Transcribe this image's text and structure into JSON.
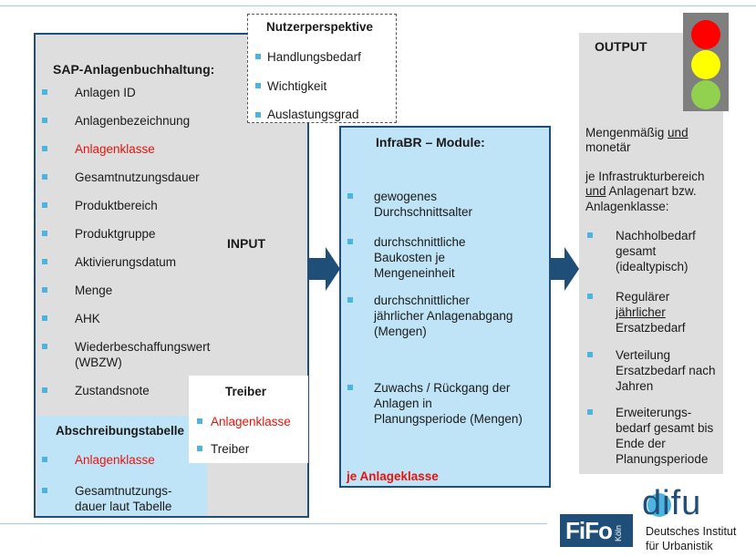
{
  "sap": {
    "title": "SAP-Anlagenbuchhaltung:",
    "items": [
      "Anlagen ID",
      "Anlagenbezeichnung",
      "Anlagenklasse",
      "Gesamtnutzungsdauer",
      "Produktbereich",
      "Produktgruppe",
      "Aktivierungsdatum",
      "Menge",
      "AHK",
      "Wiederbeschaffungswert",
      "(WBZW)",
      "Zustandsnote"
    ]
  },
  "input_label": "INPUT",
  "nutzer": {
    "title": "Nutzerperspektive",
    "items": [
      "Handlungsbedarf",
      "Wichtigkeit",
      "Auslastungsgrad"
    ]
  },
  "treiber": {
    "title": "Treiber",
    "items": [
      "Anlagenklasse",
      "Treiber"
    ]
  },
  "abschreibung": {
    "title": "Abschreibungstabelle",
    "items": [
      "Anlagenklasse",
      "Gesamtnutzungs-",
      "dauer laut Tabelle"
    ]
  },
  "infrabr": {
    "title": "InfraBR – Module:",
    "items": [
      [
        "gewogenes",
        "Durchschnittsalter"
      ],
      [
        "durchschnittliche",
        "Baukosten je",
        "Mengeneinheit"
      ],
      [
        "durchschnittlicher",
        "jährlicher Anlagenabgang",
        "(Mengen)"
      ],
      [
        "Zuwachs / Rückgang der",
        "Anlagen in",
        "Planungsperiode (Mengen)"
      ]
    ],
    "footer": "je Anlageklasse"
  },
  "output": {
    "title": "OUTPUT",
    "line1a": "Mengenmäßig ",
    "line1b": "und",
    "line2": "monetär",
    "line3": "je Infrastrukturbereich",
    "line4a": "und",
    "line4b": " Anlagenart bzw.",
    "line5": "Anlagenklasse:",
    "items": [
      [
        "Nachholbedarf",
        "gesamt",
        "(idealtypisch)"
      ],
      [
        "Regulärer",
        "jährlicher",
        "Ersatzbedarf"
      ],
      [
        "Verteilung",
        "Ersatzbedarf nach",
        "Jahren"
      ],
      [
        "Erweiterungs-",
        "bedarf gesamt bis",
        "Ende der",
        "Planungsperiode"
      ]
    ]
  },
  "logos": {
    "fifo": "FiFo",
    "fifo_koeln": "Köln",
    "difu": "difu",
    "difu_line1": "Deutsches Institut",
    "difu_line2": "für Urbanistik"
  },
  "colors": {
    "accent": "#4fb3e0",
    "navy": "#1f4e79",
    "panel_blue": "#bfe3f7",
    "panel_grey": "#dcdcdc",
    "red_text": "#e8140c"
  }
}
